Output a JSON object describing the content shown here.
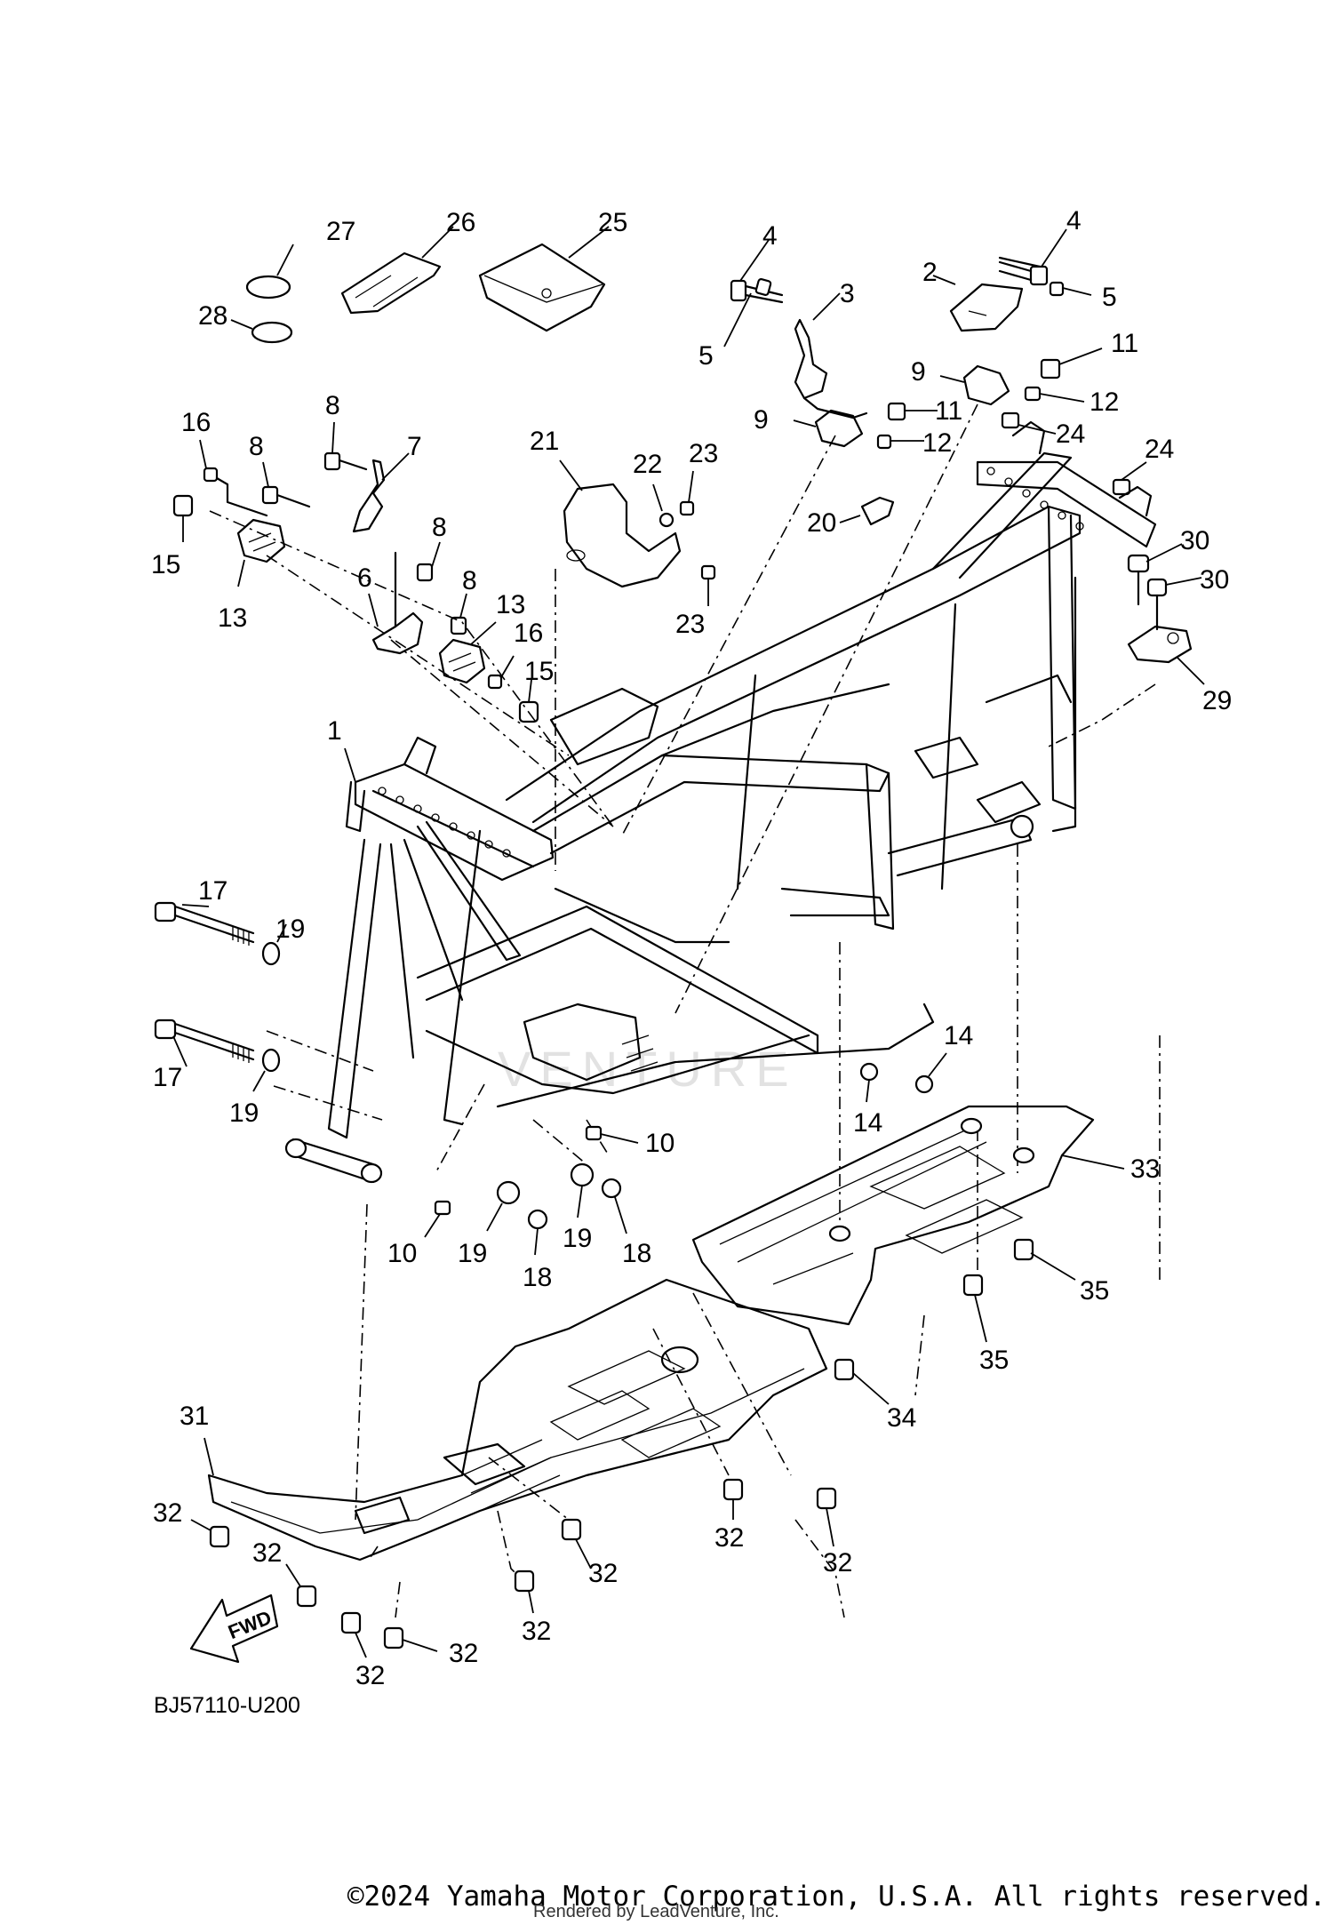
{
  "diagram": {
    "code": "BJ57110-U200",
    "copyright": "©2024 Yamaha Motor Corporation, U.S.A. All rights reserved.",
    "rendered_by": "Rendered by LeadVenture, Inc.",
    "watermark": "VENTURE",
    "fwd_label": "FWD"
  },
  "callouts": {
    "c1": "1",
    "c2": "2",
    "c3": "3",
    "c4a": "4",
    "c4b": "4",
    "c5a": "5",
    "c5b": "5",
    "c6": "6",
    "c7": "7",
    "c8a": "8",
    "c8b": "8",
    "c8c": "8",
    "c8d": "8",
    "c9a": "9",
    "c9b": "9",
    "c10a": "10",
    "c10b": "10",
    "c11a": "11",
    "c11b": "11",
    "c12a": "12",
    "c12b": "12",
    "c13a": "13",
    "c13b": "13",
    "c14a": "14",
    "c14b": "14",
    "c15a": "15",
    "c15b": "15",
    "c16a": "16",
    "c16b": "16",
    "c17a": "17",
    "c17b": "17",
    "c18a": "18",
    "c18b": "18",
    "c19a": "19",
    "c19b": "19",
    "c19c": "19",
    "c19d": "19",
    "c20": "20",
    "c21": "21",
    "c22": "22",
    "c23a": "23",
    "c23b": "23",
    "c24a": "24",
    "c24b": "24",
    "c25": "25",
    "c26": "26",
    "c27": "27",
    "c28": "28",
    "c29": "29",
    "c30a": "30",
    "c30b": "30",
    "c31": "31",
    "c32a": "32",
    "c32b": "32",
    "c32c": "32",
    "c32d": "32",
    "c32e": "32",
    "c32f": "32",
    "c32g": "32",
    "c32h": "32",
    "c33": "33",
    "c34": "34",
    "c35a": "35",
    "c35b": "35"
  }
}
